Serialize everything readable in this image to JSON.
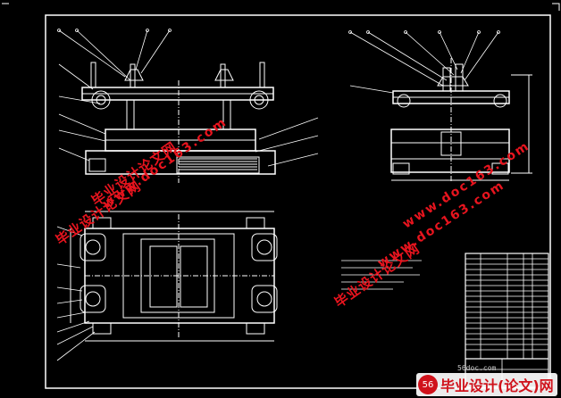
{
  "watermarks": {
    "cn_1": "毕业设计论文网",
    "en_1": "www.doc163.com",
    "cn_2": "毕业设计论文网",
    "en_2": "www.doc163.com",
    "cn_3": "毕业设计论文网",
    "en_3": "www.doc163.com"
  },
  "footer": {
    "site": "56doc.com",
    "logo_text": "毕业设计(论文)网",
    "logo_mark": "56"
  },
  "colors": {
    "background": "#000000",
    "line": "#ffffff",
    "watermark": "#e8141e"
  }
}
